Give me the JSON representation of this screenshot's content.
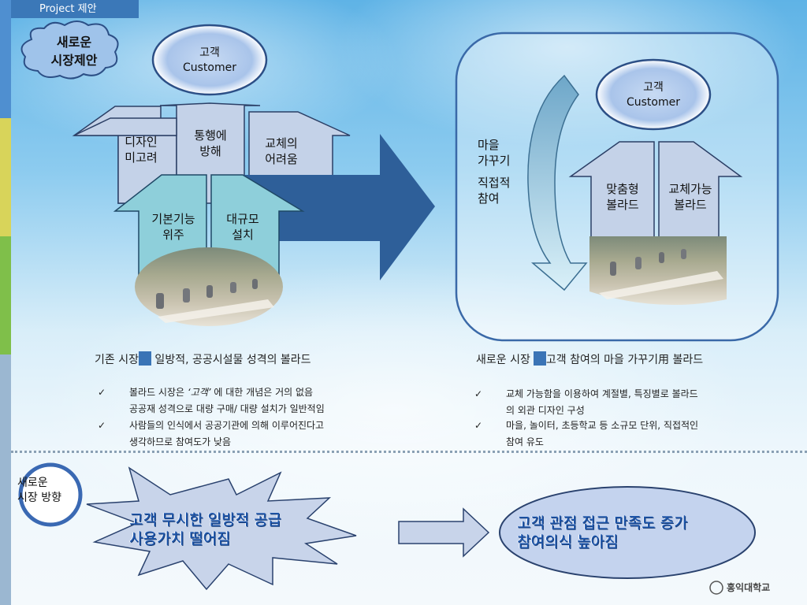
{
  "header": {
    "title": "Project 제안"
  },
  "badge_top": {
    "line1": "새로운",
    "line2": "시장제안"
  },
  "left_diagram": {
    "customer": {
      "line1": "고객",
      "line2": "Customer"
    },
    "arrows": [
      {
        "line1": "디자인",
        "line2": "미고려"
      },
      {
        "line1": "통행에",
        "line2": "방해"
      },
      {
        "line1": "교체의",
        "line2": "어려움"
      },
      {
        "line1": "기본기능",
        "line2": "위주"
      },
      {
        "line1": "대규모",
        "line2": "설치"
      }
    ]
  },
  "right_diagram": {
    "customer": {
      "line1": "고객",
      "line2": "Customer"
    },
    "labels": [
      {
        "line1": "마을",
        "line2": "가꾸기"
      },
      {
        "line1": "직접적",
        "line2": "참여"
      }
    ],
    "arrows": [
      {
        "line1": "맞춤형",
        "line2": "볼라드"
      },
      {
        "line1": "교체가능",
        "line2": "볼라드"
      }
    ]
  },
  "existing_market": {
    "title_a": "기존 시장",
    "title_b": " 일방적, 공공시설물 성격의 볼라드",
    "bullets": [
      {
        "check": "✓",
        "line1_pre": "볼라드 시장은 ",
        "line1_em": "‘고객’",
        "line1_post": " 에 대한 개념은 거의 없음",
        "line2": "공공재 성격으로 대량 구매/ 대량 설치가 일반적임"
      },
      {
        "check": "✓",
        "line1": "사람들의 인식에서 공공기관에 의해 이루어진다고",
        "line2": "생각하므로 참여도가 낮음"
      }
    ]
  },
  "new_market": {
    "title_a": "새로운 시장",
    "title_b": "고객 참여의 마을 가꾸기用 볼라드",
    "bullets": [
      {
        "check": "✓",
        "line1": "교체 가능함을 이용하여 계절별, 특징별로 볼라드",
        "line2": "의 외관 디자인 구성"
      },
      {
        "check": "✓",
        "line1": "마을, 놀이터, 초등학교 등 소규모 단위, 직접적인",
        "line2": "참여 유도"
      }
    ]
  },
  "badge_bottom": {
    "line1": "새로운",
    "line2": "시장 방향"
  },
  "burst": {
    "line1": "고객 무시한 일방적 공급",
    "line2": "사용가치 떨어짐"
  },
  "result": {
    "line1": "고객 관점 접근 만족도 증가",
    "line2": "참여의식 높아짐"
  },
  "logo": {
    "text": "홍익대학교"
  },
  "colors": {
    "accent": "#3b78b8",
    "arrow_fill": "#c4d2e8",
    "arrow_teal": "#8ecfda",
    "big_arrow": "#2e5f99",
    "text_blue": "#1e58b0"
  }
}
